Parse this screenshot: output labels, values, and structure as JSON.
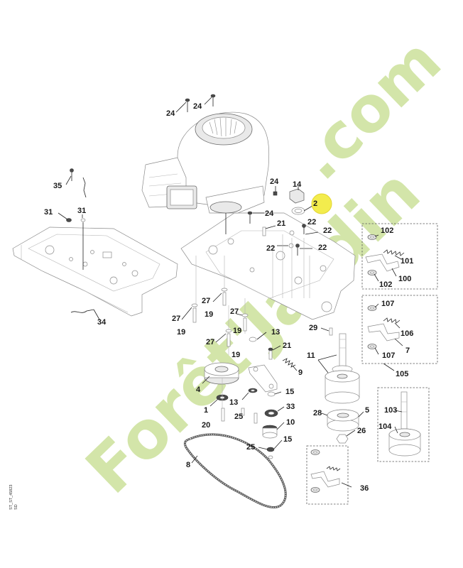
{
  "diagram": {
    "labels": [
      "24",
      "24",
      "35",
      "31",
      "31",
      "34",
      "24",
      "14",
      "2",
      "24",
      "21",
      "22",
      "22",
      "22",
      "22",
      "102",
      "101",
      "100",
      "102",
      "107",
      "106",
      "7",
      "107",
      "105",
      "27",
      "19",
      "27",
      "19",
      "27",
      "19",
      "27",
      "19",
      "13",
      "21",
      "9",
      "29",
      "11",
      "4",
      "13",
      "15",
      "1",
      "25",
      "33",
      "20",
      "10",
      "28",
      "5",
      "26",
      "103",
      "104",
      "25",
      "15",
      "8",
      "36"
    ],
    "highlight_label": "2",
    "highlight_color": "#f2ea3a",
    "watermark": {
      "text_main": "Forêt'Jardin",
      "text_ext": ".com",
      "color": "#cfe3a0"
    },
    "side_code": "cf_ss_r_ss_r023",
    "side_code_lines": [
      "ST_ST_45823",
      "SD"
    ]
  }
}
